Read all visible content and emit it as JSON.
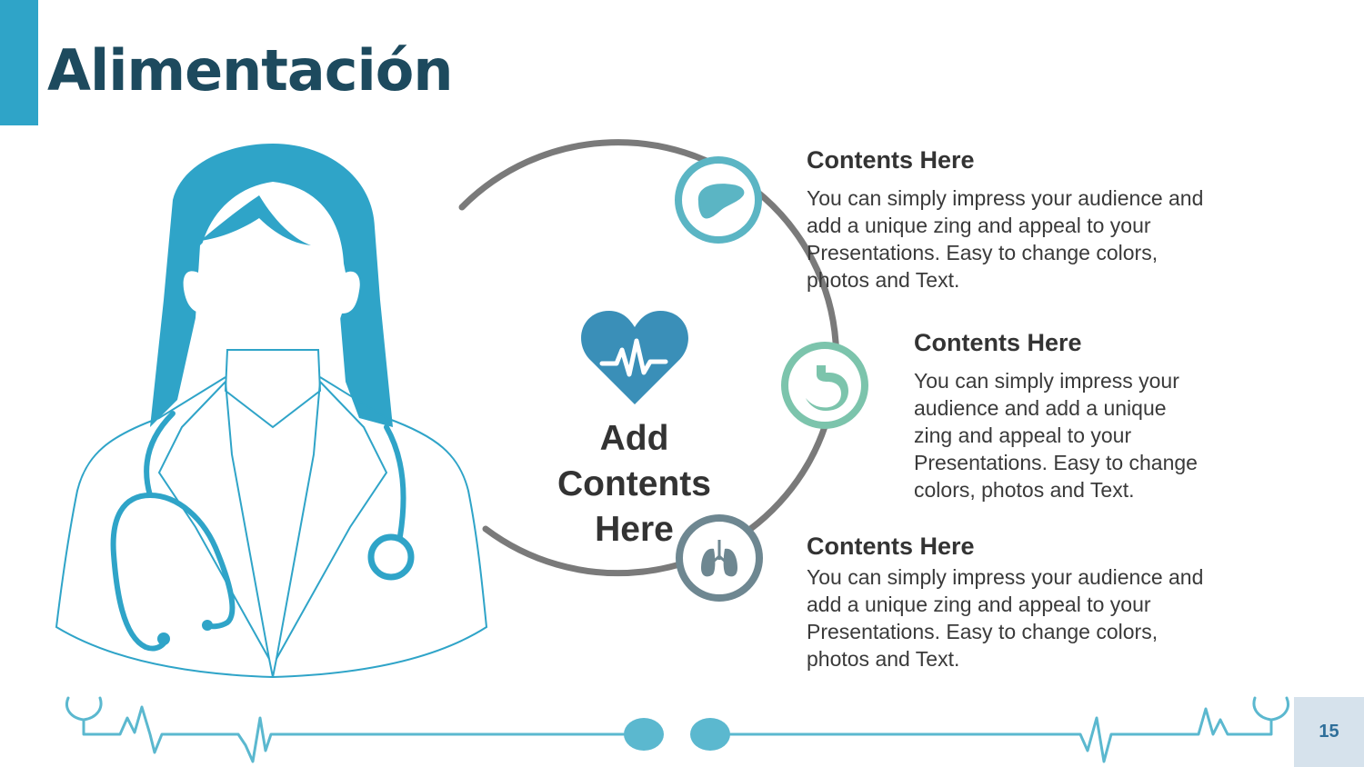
{
  "slide": {
    "title": "Alimentación",
    "center_label": "Add Contents Here",
    "page_number": "15"
  },
  "blocks": [
    {
      "heading": "Contents Here",
      "body": "You can simply impress your audience and add a unique zing and appeal to your Presentations. Easy to change colors, photos and Text.",
      "icon": "liver-icon"
    },
    {
      "heading": "Contents Here",
      "body": "You can simply impress your audience and add a unique zing and appeal to your Presentations. Easy to change colors, photos and Text.",
      "icon": "stomach-icon"
    },
    {
      "heading": "Contents Here",
      "body": "You can simply impress your audience and add a unique zing and appeal to your Presentations. Easy to change colors, photos and Text.",
      "icon": "lungs-icon"
    }
  ],
  "colors": {
    "accent": "#2fa4c8",
    "title": "#1d4a5e",
    "ring": "#7a7a7a",
    "liver_ring": "#5bb5c4",
    "stomach_ring": "#7cc4ac",
    "lungs_ring": "#6e8791",
    "heart": "#3a8fb8"
  }
}
